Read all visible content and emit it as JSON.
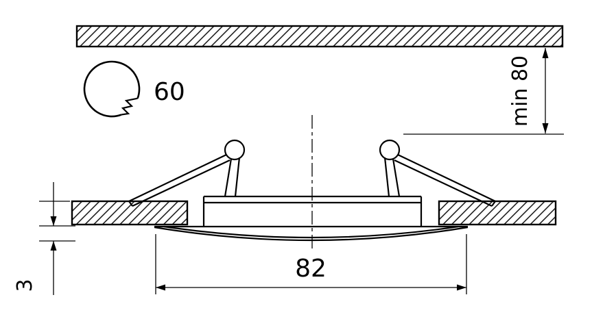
{
  "drawing": {
    "labels": {
      "hole_diameter": "60",
      "min_recess_depth": "min 80",
      "rim_height": "3",
      "cutout_diameter": "82"
    },
    "colors": {
      "line": "#000000",
      "background": "#ffffff"
    }
  }
}
